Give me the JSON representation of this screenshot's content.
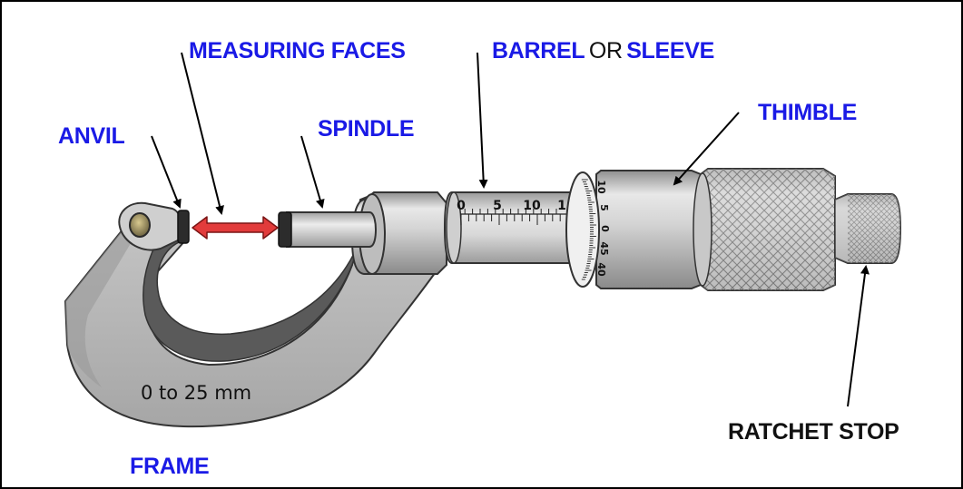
{
  "labels": {
    "measuring_faces": "MEASURING FACES",
    "barrel": "BARREL",
    "or": "OR",
    "sleeve": "SLEEVE",
    "anvil": "ANVIL",
    "spindle": "SPINDLE",
    "thimble": "THIMBLE",
    "ratchet_stop": "RATCHET STOP",
    "frame": "FRAME"
  },
  "frame_range": "0 to 25 mm",
  "sleeve_scale": [
    "0",
    "5",
    "10",
    "1"
  ],
  "thimble_scale": [
    "10",
    "5",
    "0",
    "45",
    "40"
  ],
  "colors": {
    "label_blue": "#1a1ae6",
    "label_black": "#111111",
    "arrow_red": "#e23b3b"
  }
}
